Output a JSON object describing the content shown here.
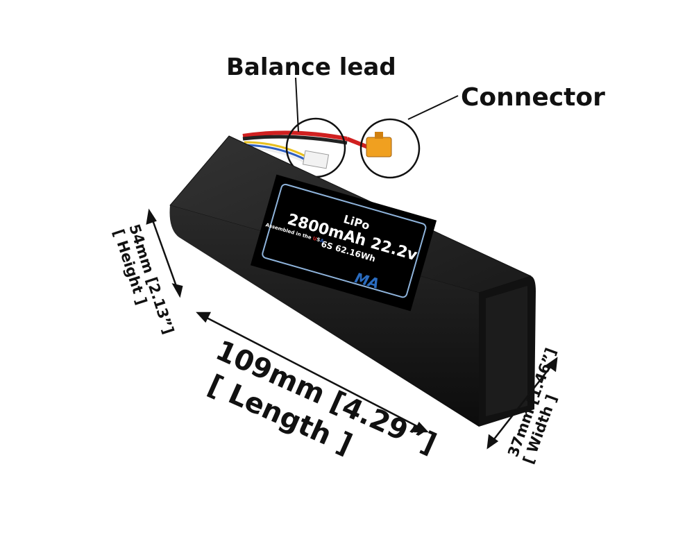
{
  "callouts": {
    "balance_lead": "Balance lead",
    "connector": "Connector"
  },
  "label": {
    "chemistry": "LiPo",
    "capacity_voltage": "2800mAh 22.2v",
    "config_energy": "6S 62.16Wh",
    "assembled": "Assembled in the ",
    "country_u": "U",
    "country_s": "S",
    "country_a": "A",
    "brand": "MA"
  },
  "dimensions": {
    "height": "54mm [2.13”]",
    "height_label": "[ Height ]",
    "length": "109mm [4.29”]",
    "length_label": "[ Length ]",
    "width": "37mm [1.46”]",
    "width_label": "[ Width ]"
  },
  "colors": {
    "battery": "#151515",
    "label_border": "#8fb4dc",
    "connector": "#f0a020",
    "brand": "#2a6cc0"
  }
}
